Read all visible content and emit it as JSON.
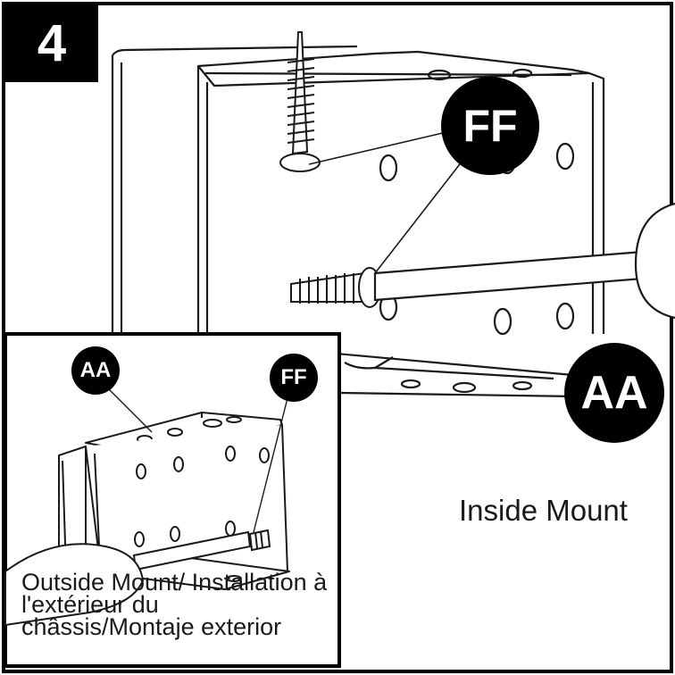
{
  "step": {
    "number": "4"
  },
  "callouts": {
    "ff_main": "FF",
    "aa_main": "AA",
    "aa_inset": "AA",
    "ff_inset": "FF"
  },
  "labels": {
    "inside_mount": "Inside Mount",
    "outside_mount": "Outside Mount/ Installation à l'extérieur du châssis/Montaje exterior"
  }
}
